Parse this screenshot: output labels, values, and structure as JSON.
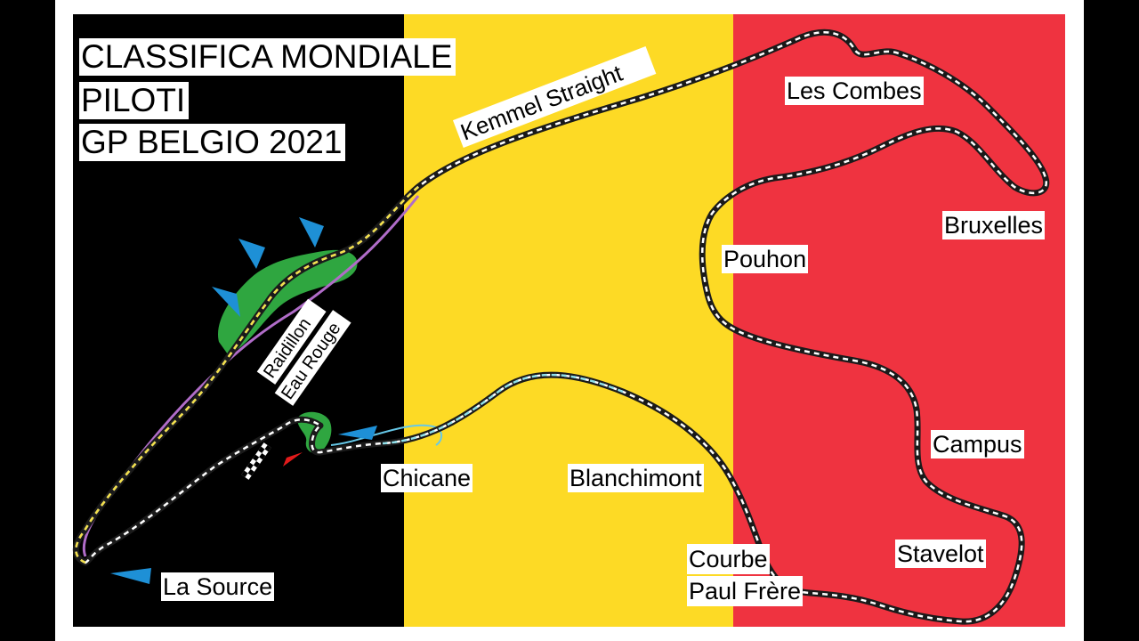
{
  "title": {
    "line1": "CLASSIFICA MONDIALE",
    "line2": "PILOTI",
    "line3": "GP BELGIO 2021"
  },
  "corners": {
    "kemmel": "Kemmel Straight",
    "les_combes": "Les Combes",
    "bruxelles": "Bruxelles",
    "pouhon": "Pouhon",
    "raidillon_1": "Raidillon",
    "raidillon_2": "Eau Rouge",
    "campus": "Campus",
    "chicane": "Chicane",
    "blanchimont": "Blanchimont",
    "stavelot": "Stavelot",
    "courbe_1": "Courbe",
    "courbe_2": "Paul Frère",
    "la_source": "La Source"
  },
  "colors": {
    "flag_black": "#000000",
    "flag_yellow": "#fdda25",
    "flag_red": "#ef3340",
    "runoff_green": "#2fa640",
    "marker_blue": "#1e90d6",
    "kerb_purple": "#b06cc8"
  }
}
